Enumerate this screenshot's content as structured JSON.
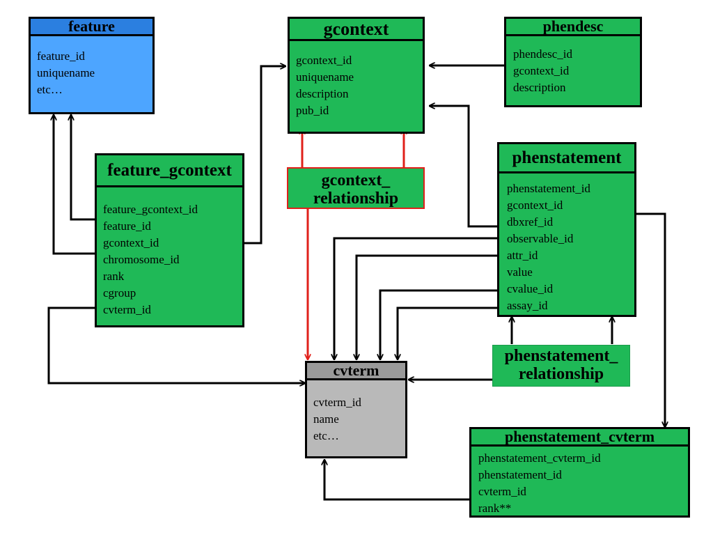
{
  "colors": {
    "table_green": "#1fb957",
    "feature_blue": "#4da5ff",
    "cvterm_gray": "#b9b9b9",
    "relationship_red": "#e0201a",
    "line_black": "#000000"
  },
  "tables": {
    "feature": {
      "title": "feature",
      "fields": [
        "feature_id",
        "uniquename",
        "etc…"
      ]
    },
    "gcontext": {
      "title": "gcontext",
      "fields": [
        "gcontext_id",
        "uniquename",
        "description",
        "pub_id"
      ]
    },
    "phendesc": {
      "title": "phendesc",
      "fields": [
        "phendesc_id",
        "gcontext_id",
        "description"
      ]
    },
    "feature_gcontext": {
      "title": "feature_gcontext",
      "fields": [
        "feature_gcontext_id",
        "feature_id",
        "gcontext_id",
        "chromosome_id",
        "rank",
        "cgroup",
        "cvterm_id"
      ]
    },
    "phenstatement": {
      "title": "phenstatement",
      "fields": [
        "phenstatement_id",
        "gcontext_id",
        "dbxref_id",
        "observable_id",
        "attr_id",
        "value",
        "cvalue_id",
        "assay_id"
      ]
    },
    "cvterm": {
      "title": "cvterm",
      "fields": [
        "cvterm_id",
        "name",
        "etc…"
      ]
    },
    "phenstatement_cvterm": {
      "title": "phenstatement_cvterm",
      "fields": [
        "phenstatement_cvterm_id",
        "phenstatement_id",
        "cvterm_id",
        "rank**"
      ]
    }
  },
  "relationships": {
    "gcontext_relationship": {
      "line1": "gcontext_",
      "line2": "relationship"
    },
    "phenstatement_relationship": {
      "line1": "phenstatement_",
      "line2": "relationship"
    }
  }
}
